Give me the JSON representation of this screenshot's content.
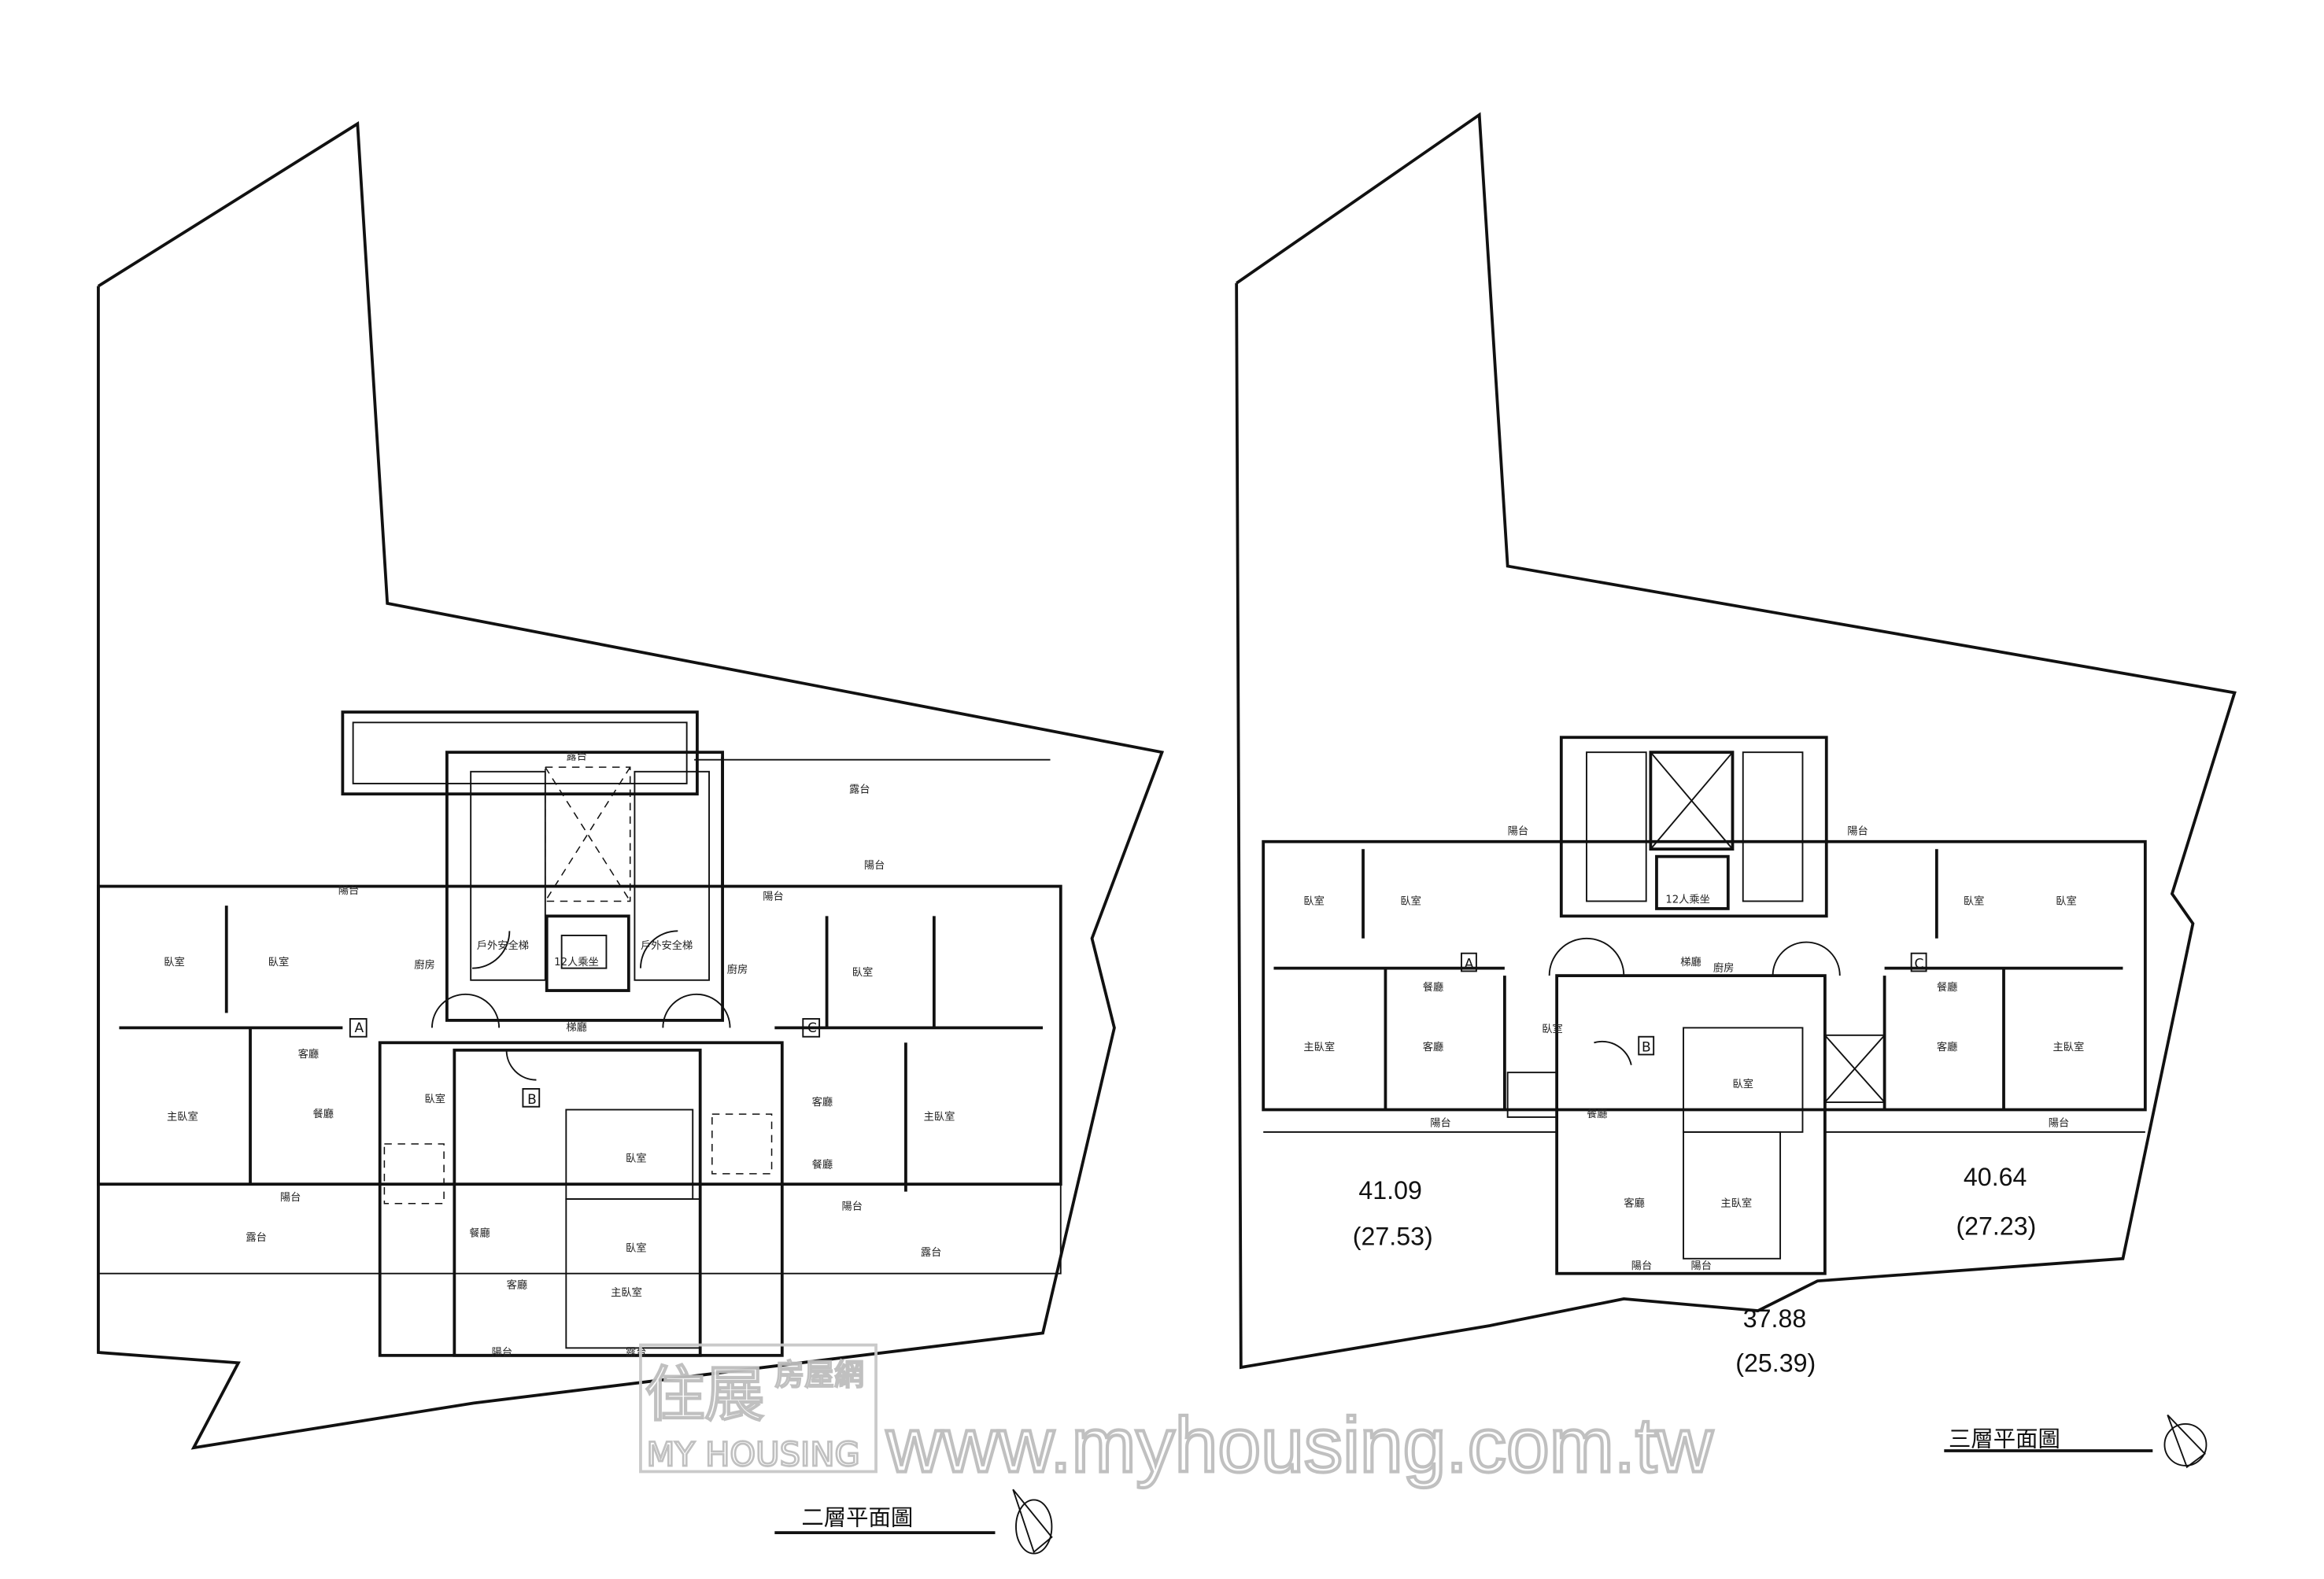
{
  "plans": [
    {
      "title": "二層平面圖",
      "units": [
        "A",
        "B",
        "C"
      ],
      "elevator_label": "12人乘坐",
      "stair_labels": [
        "戶外安全梯",
        "戶外安全梯"
      ],
      "rooms": [
        "陽台",
        "臥室",
        "臥室",
        "客廳",
        "餐廳",
        "主臥室",
        "廚房",
        "梯廳",
        "臥室",
        "臥室",
        "廚房",
        "臥室",
        "客廳",
        "餐廳",
        "主臥室",
        "陽台",
        "陽台",
        "露台",
        "露台",
        "露台",
        "臥室",
        "主臥室",
        "客廳",
        "餐廳",
        "陽台",
        "露台",
        "陽台",
        "陽台",
        "露台"
      ]
    },
    {
      "title": "三層平面圖",
      "units": [
        "A",
        "B",
        "C"
      ],
      "elevator_label": "12人乘坐",
      "rooms": [
        "臥室",
        "臥室",
        "主臥室",
        "客廳",
        "餐廳",
        "陽台",
        "陽台",
        "梯廳",
        "臥室",
        "廚房",
        "餐廳",
        "客廳",
        "臥室",
        "主臥室",
        "陽台",
        "陽台",
        "臥室",
        "臥室",
        "客廳",
        "餐廳",
        "主臥室",
        "陽台",
        "陽台"
      ],
      "areas": [
        {
          "unit": "A",
          "value": "41.09",
          "sub": "(27.53)"
        },
        {
          "unit": "B",
          "value": "37.88",
          "sub": "(25.39)"
        },
        {
          "unit": "C",
          "value": "40.64",
          "sub": "(27.23)"
        }
      ]
    }
  ],
  "watermark": {
    "brand_cn": "住展",
    "brand_sub": "房屋網",
    "brand_en": "MY HOUSING",
    "url": "www.myhousing.com.tw"
  }
}
